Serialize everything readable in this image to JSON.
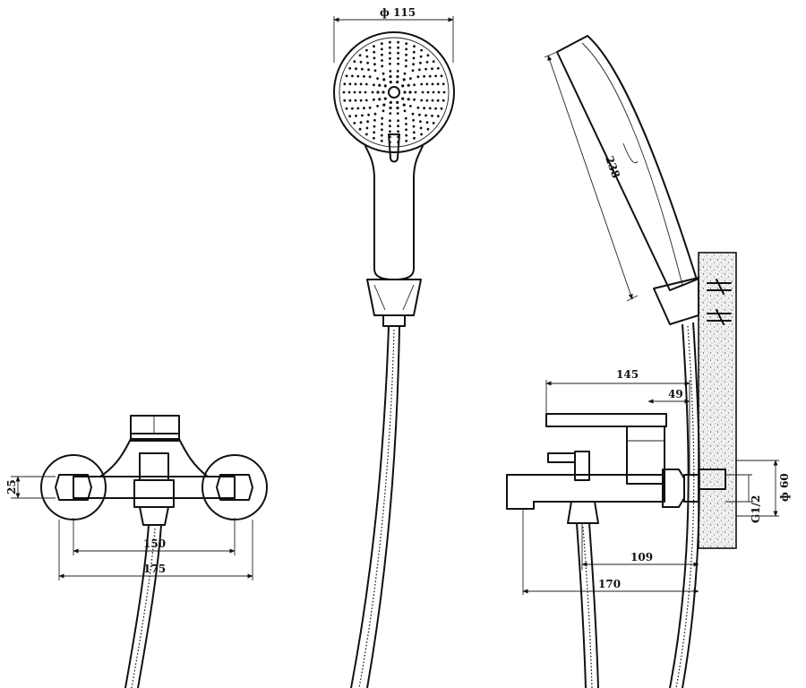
{
  "dimensions": {
    "head_diameter": "ф 115",
    "hand_shower_length": "238",
    "mixer_height": "25",
    "mixer_inner_width": "150",
    "mixer_outer_width": "175",
    "spout_length": "145",
    "lever_offset": "49",
    "spout_projection": "109",
    "total_projection": "170",
    "thread_size": "G1/2",
    "flange_diameter": "ф 60"
  },
  "colors": {
    "line": "#111111",
    "wall_fill": "#f0f0f0",
    "background": "#ffffff"
  }
}
